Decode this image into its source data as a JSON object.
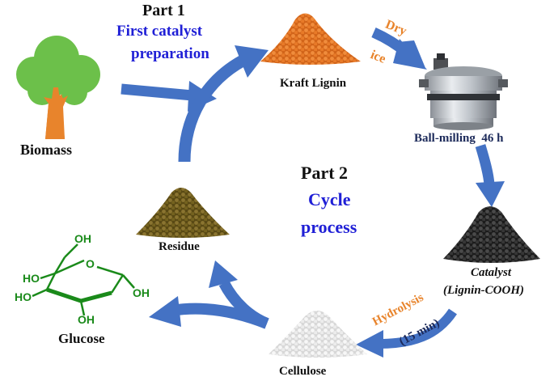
{
  "part1": {
    "title": "Part 1",
    "subtitle_line1": "First catalyst",
    "subtitle_line2": "preparation"
  },
  "part2": {
    "title": "Part 2",
    "subtitle_line1": "Cycle",
    "subtitle_line2": "process"
  },
  "nodes": {
    "biomass": "Biomass",
    "kraft_lignin": "Kraft Lignin",
    "ball_milling": "Ball-milling  46 h",
    "catalyst_line1": "Catalyst",
    "catalyst_line2": "(Lignin-COOH)",
    "cellulose": "Cellulose",
    "residue": "Residue",
    "glucose": "Glucose"
  },
  "edge_labels": {
    "dry": "Dry",
    "ice": "ice",
    "hydrolysis": "Hydrolysis",
    "time": "(15 min)"
  },
  "glucose_groups": {
    "oh_top": "OH",
    "ring_o": "O",
    "ho_left1": "HO",
    "ho_left2": "HO",
    "oh_right": "OH",
    "oh_bottom": "OH"
  },
  "colors": {
    "arrow": "#4472c4",
    "title_blue": "#1f1fd6",
    "label_orange": "#e8842c",
    "lignin": "#e0731e",
    "catalyst": "#2b2b2b",
    "cellulose": "#e6e6e6",
    "residue": "#6b5a1e",
    "glucose_green": "#1a8a1a",
    "tree_leaves": "#6cc04a",
    "tree_trunk": "#e8842c"
  }
}
